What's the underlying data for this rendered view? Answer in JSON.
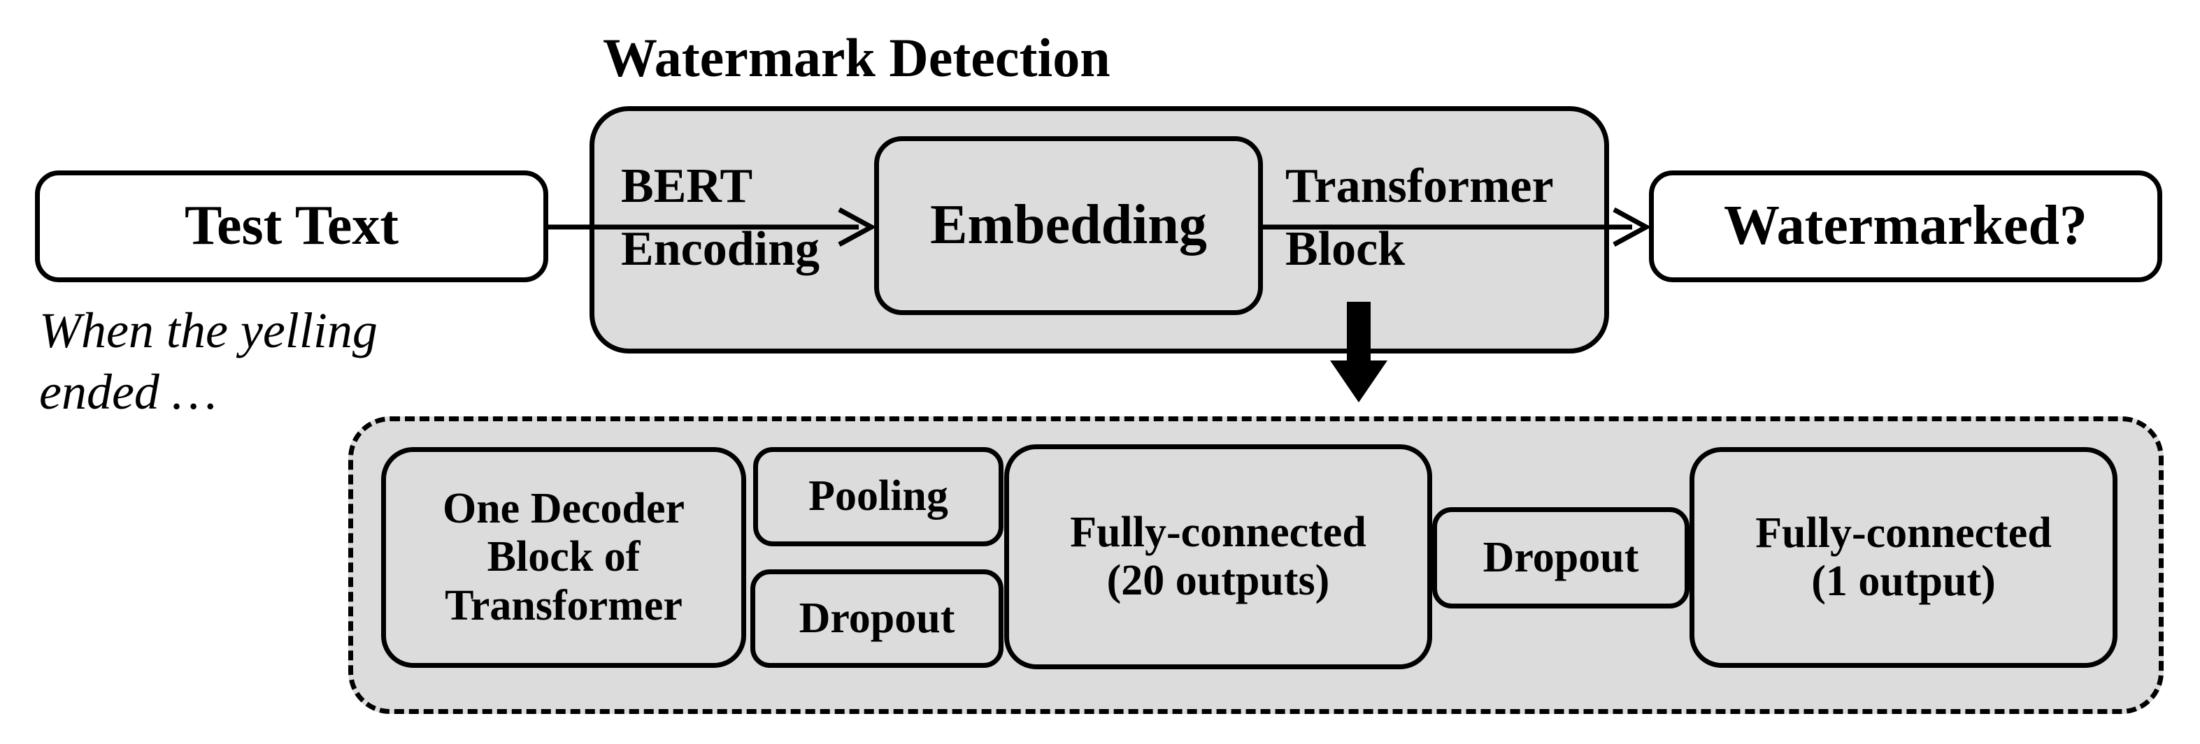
{
  "title": "Watermark Detection",
  "input_box": "Test Text",
  "example_text": "When the yelling\nended …",
  "bert_label": "BERT\nEncoding",
  "embedding_box": "Embedding",
  "transformer_label": "Transformer\nBlock",
  "output_box": "Watermarked?",
  "detail": {
    "decoder": "One Decoder\nBlock of\nTransformer",
    "pooling": "Pooling",
    "dropout_1": "Dropout",
    "fc_20": "Fully-connected\n(20 outputs)",
    "dropout_2": "Dropout",
    "fc_1": "Fully-connected\n(1 output)"
  }
}
